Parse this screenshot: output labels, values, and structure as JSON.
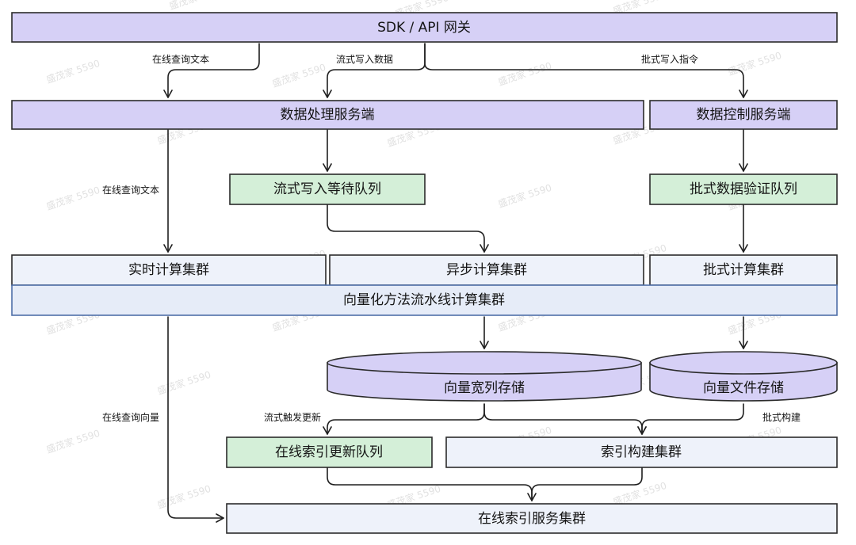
{
  "nodes": {
    "gateway": "SDK / API 网关",
    "data_processing_server": "数据处理服务端",
    "data_control_server": "数据控制服务端",
    "stream_write_queue": "流式写入等待队列",
    "batch_validation_queue": "批式数据验证队列",
    "realtime_cluster": "实时计算集群",
    "async_cluster": "异步计算集群",
    "batch_cluster": "批式计算集群",
    "vector_pipeline_cluster": "向量化方法流水线计算集群",
    "vector_wide_column_storage": "向量宽列存储",
    "vector_file_storage": "向量文件存储",
    "online_index_update_queue": "在线索引更新队列",
    "index_build_cluster": "索引构建集群",
    "online_index_service_cluster": "在线索引服务集群"
  },
  "edge_labels": {
    "online_query_text_top": "在线查询文本",
    "stream_write_data": "流式写入数据",
    "batch_write_command": "批式写入指令",
    "online_query_text_mid": "在线查询文本",
    "online_query_vector": "在线查询向量",
    "stream_trigger_update": "流式触发更新",
    "batch_build": "批式构建"
  },
  "watermark": "盛茂家 5590"
}
